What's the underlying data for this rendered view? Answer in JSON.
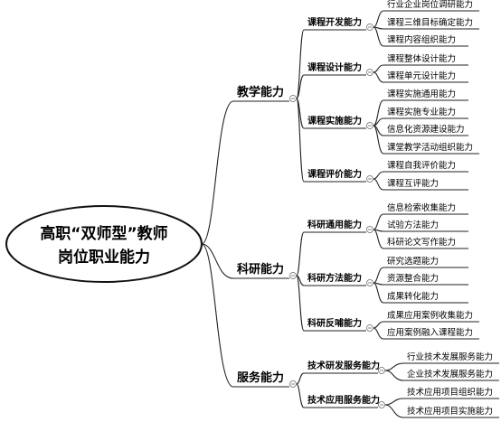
{
  "root": {
    "line1": "高职“双师型”教师",
    "line2": "岗位职业能力"
  },
  "branches": [
    {
      "label": "教学能力",
      "children": [
        {
          "label": "课程开发能力",
          "leaves": [
            "行业企业岗位调研能力",
            "课程三维目标确定能力",
            "课程内容组织能力"
          ]
        },
        {
          "label": "课程设计能力",
          "leaves": [
            "课程整体设计能力",
            "课程单元设计能力"
          ]
        },
        {
          "label": "课程实施能力",
          "leaves": [
            "课程实施通用能力",
            "课程实施专业能力",
            "信息化资源建设能力",
            "课堂教学活动组织能力"
          ]
        },
        {
          "label": "课程评价能力",
          "leaves": [
            "课程自我评价能力",
            "课程互评能力"
          ]
        }
      ]
    },
    {
      "label": "科研能力",
      "children": [
        {
          "label": "科研通用能力",
          "leaves": [
            "信息检索收集能力",
            "试验方法能力",
            "科研论文写作能力"
          ]
        },
        {
          "label": "科研方法能力",
          "leaves": [
            "研究选题能力",
            "资源整合能力",
            "成果转化能力"
          ]
        },
        {
          "label": "科研反哺能力",
          "leaves": [
            "成果应用案例收集能力",
            "应用案例融入课程能力"
          ]
        }
      ]
    },
    {
      "label": "服务能力",
      "children": [
        {
          "label": "技术研发服务能力",
          "leaves": [
            "行业技术发展服务能力",
            "企业技术发展服务能力"
          ]
        },
        {
          "label": "技术应用服务能力",
          "leaves": [
            "技术应用项目组织能力",
            "技术应用项目实施能力"
          ]
        }
      ]
    }
  ]
}
